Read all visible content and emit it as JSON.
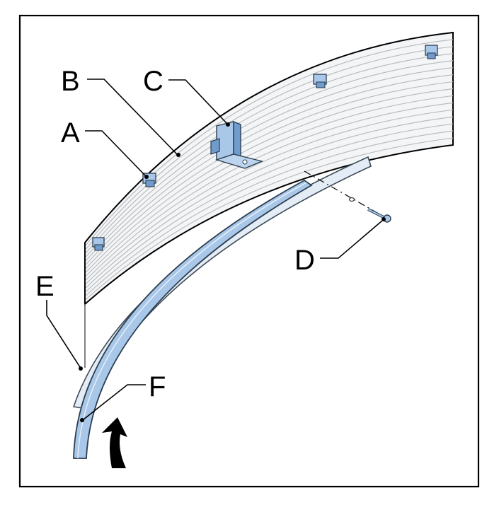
{
  "callouts": {
    "a": "A",
    "b": "B",
    "c": "C",
    "d": "D",
    "e": "E",
    "f": "F"
  },
  "colors": {
    "frame": "#000000",
    "panel_fill": "#f4f5f6",
    "rib_line": "#b9bcc0",
    "part_blue": "#a9c7e8",
    "part_blue_dark": "#6f9ccd",
    "arrow_fill": "#000000"
  },
  "icons": {
    "rotation_arrow": "curved-up-arrow-icon",
    "clip": "mounting-clip-icon",
    "bracket": "angle-bracket-icon",
    "screw": "screw-icon"
  }
}
